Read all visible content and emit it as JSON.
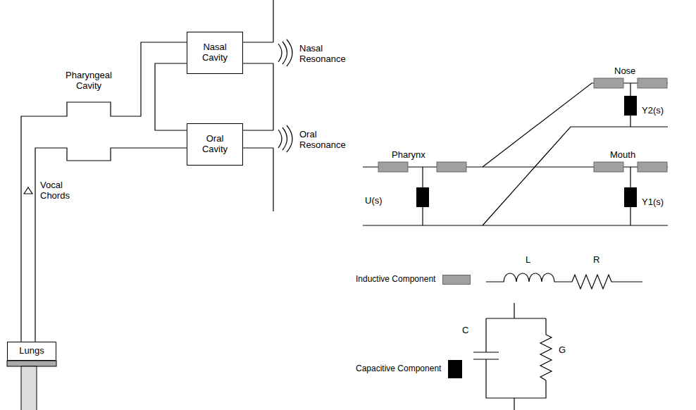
{
  "diagram": {
    "nodes": [
      {
        "text": [
          "Nasal Cavity"
        ]
      },
      {
        "text": [
          "Pharyngeal Cavity"
        ]
      },
      {
        "text": [
          "Oral Cavity"
        ]
      },
      {
        "text": [
          "Lungs"
        ]
      }
    ],
    "labels": [
      "Nasal Resonance",
      "Oral Resonance",
      "Vocal Chords",
      "Nose",
      "Pharynx",
      "Mouth",
      "Y2(s)",
      "U(s)",
      "Y1(s)",
      "L",
      "R",
      "C",
      "G"
    ],
    "legend": [
      {
        "text": "Inductive Component",
        "color": "#a0a0a0"
      },
      {
        "text": "Capacitive Component",
        "color": "#000000"
      }
    ]
  }
}
